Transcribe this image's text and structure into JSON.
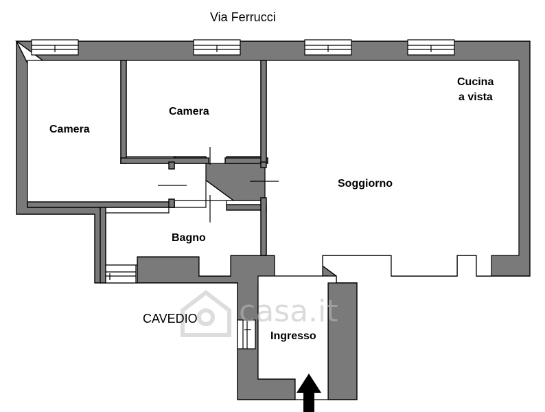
{
  "street_label": "Via Ferrucci",
  "courtyard_label": "CAVEDIO",
  "rooms": {
    "camera_left": "Camera",
    "camera_center": "Camera",
    "cucina_line1": "Cucina",
    "cucina_line2": "a vista",
    "soggiorno": "Soggiorno",
    "bagno": "Bagno",
    "ingresso": "Ingresso"
  },
  "watermark": "casa.it",
  "colors": {
    "wall": "#7a7a7a",
    "background": "#ffffff",
    "line": "#000000"
  },
  "icons": [
    "window-icon",
    "entrance-arrow-icon",
    "watermark-logo-icon"
  ]
}
